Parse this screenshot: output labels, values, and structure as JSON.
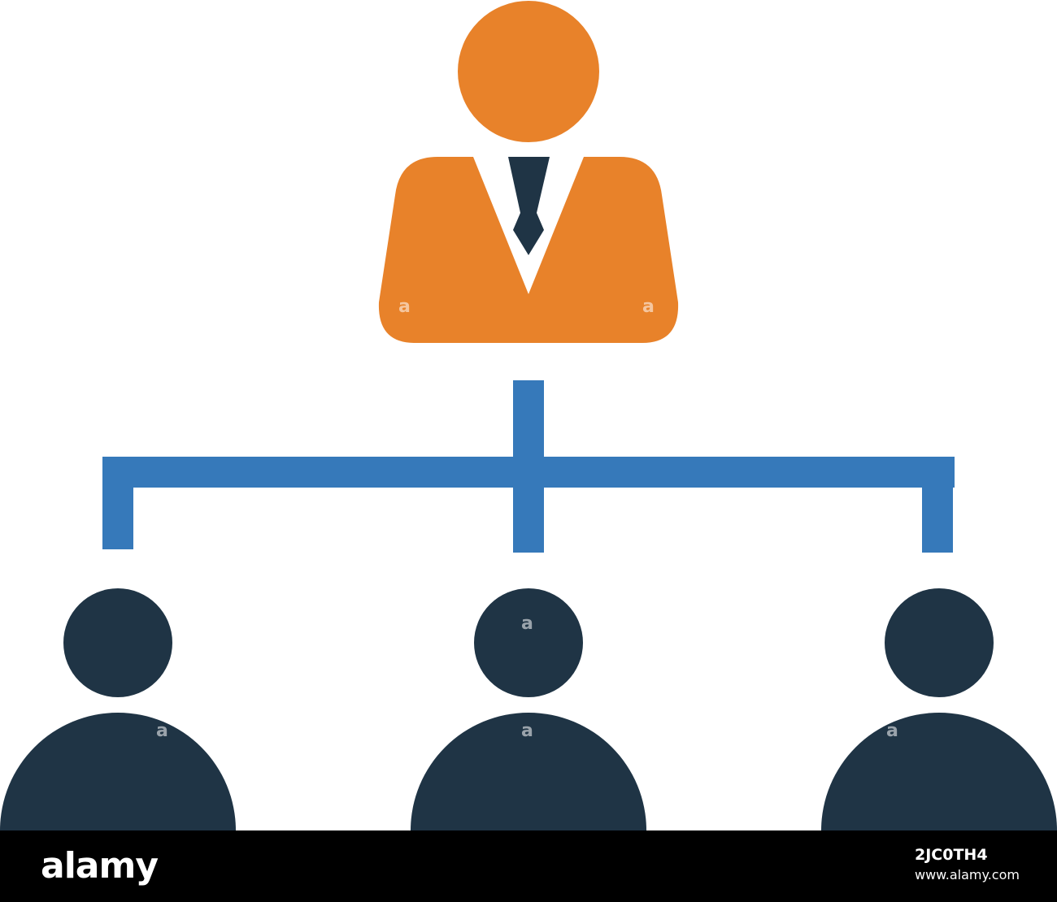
{
  "diagram": {
    "leader": {
      "role": "leader-icon",
      "color": "#E8822A",
      "tie_color": "#1F3445"
    },
    "connector": {
      "color": "#3679BA"
    },
    "team": [
      {
        "role": "team-member-icon",
        "color": "#1F3445"
      },
      {
        "role": "team-member-icon",
        "color": "#1F3445"
      },
      {
        "role": "team-member-icon",
        "color": "#1F3445"
      }
    ]
  },
  "footer": {
    "brand": "alamy",
    "image_id": "2JC0TH4",
    "site": "www.alamy.com"
  },
  "watermark": "a"
}
